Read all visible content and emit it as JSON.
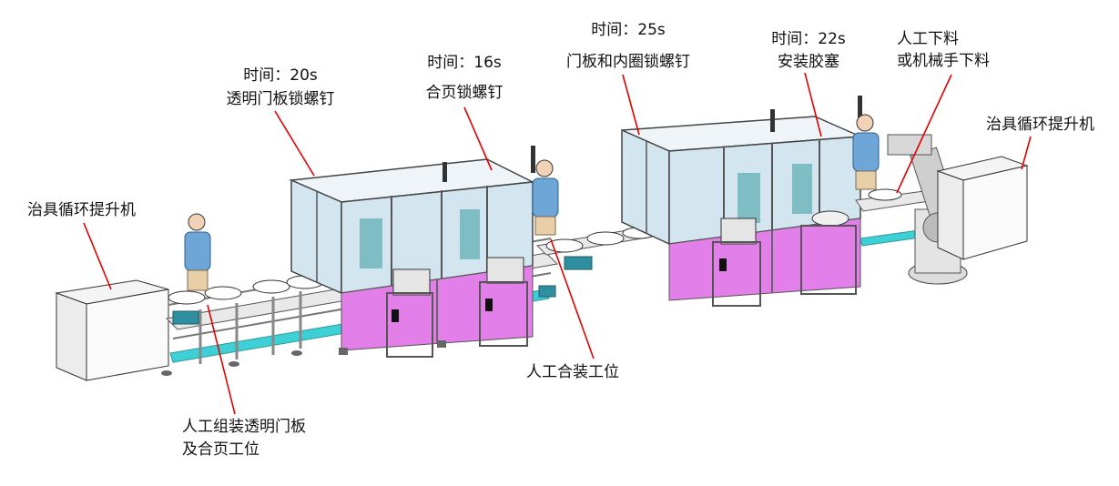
{
  "labels": {
    "left_lift": "治具循环提升机",
    "right_lift": "治具循环提升机",
    "st1_time": "时间：20s",
    "st1_name": "透明门板锁螺钉",
    "st2_time": "时间：16s",
    "st2_name": "合页锁螺钉",
    "st3_time": "时间：25s",
    "st3_name": "门板和内圈锁螺钉",
    "st4_time": "时间：22s",
    "st4_name": "安装胶塞",
    "unload_1": "人工下料",
    "unload_2": "或机械手下料",
    "manual_assembly": "人工合装工位",
    "manual_door_1": "人工组装透明门板",
    "manual_door_2": "及合页工位"
  },
  "colors": {
    "cabinet": "#e27fe8",
    "frame": "#c9c9c9",
    "glass": "#d3e6ef",
    "conveyor": "#3fd0d6",
    "leader": "#e00000",
    "worker": "#6fa6d8"
  }
}
